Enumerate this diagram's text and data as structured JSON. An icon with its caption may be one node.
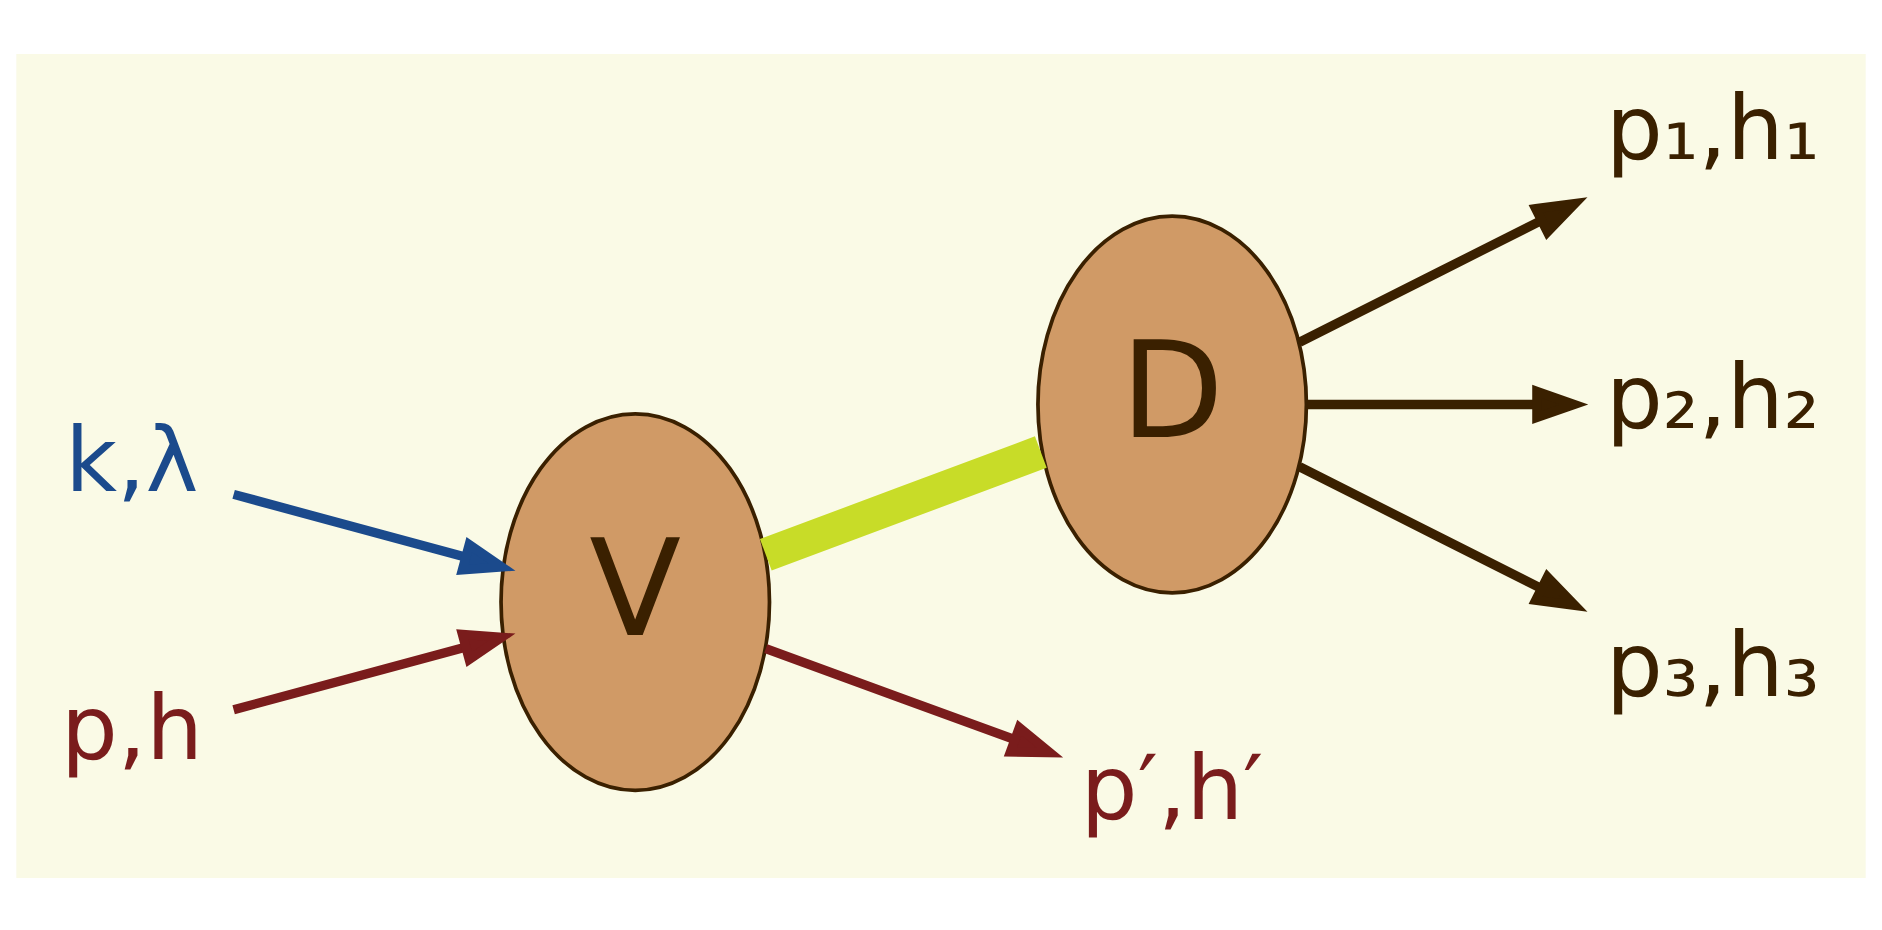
{
  "diagram": {
    "nodes": [
      {
        "text": [
          "k,λ"
        ]
      },
      {
        "text": [
          "p,h"
        ]
      },
      {
        "text": [
          "V"
        ]
      },
      {
        "text": [
          "D"
        ]
      },
      {
        "text": [
          "p₁,h₁"
        ]
      },
      {
        "text": [
          "p₂,h₂"
        ]
      },
      {
        "text": [
          "p₃,h₃"
        ]
      },
      {
        "text": [
          "p′,h′"
        ]
      }
    ],
    "edges": [
      {
        "from": 0,
        "to": 2,
        "arrow": "to",
        "color": "#1b4a8c"
      },
      {
        "from": 1,
        "to": 2,
        "arrow": "to",
        "color": "#7a1c1c"
      },
      {
        "from": 2,
        "to": 3,
        "arrow": "none",
        "style": "thick",
        "color": "#c8dc28"
      },
      {
        "from": 3,
        "to": 4,
        "arrow": "to"
      },
      {
        "from": 3,
        "to": 5,
        "arrow": "to"
      },
      {
        "from": 3,
        "to": 6,
        "arrow": "to"
      },
      {
        "from": 2,
        "to": 7,
        "arrow": "to",
        "color": "#7a1c1c"
      }
    ]
  }
}
